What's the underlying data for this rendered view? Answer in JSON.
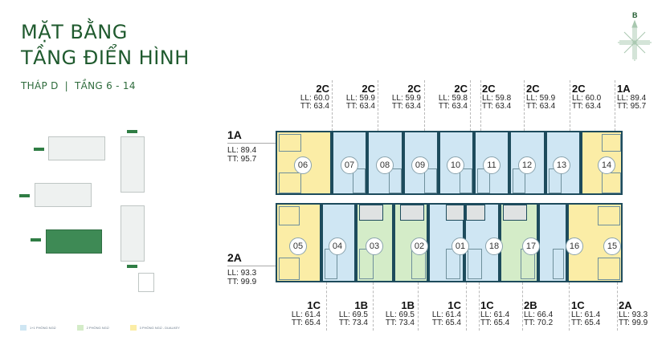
{
  "header": {
    "title_line1": "MẶT BẰNG",
    "title_line2": "TẦNG ĐIỂN HÌNH",
    "tower": "THÁP D",
    "separator": "|",
    "floors": "TẦNG 6 - 14"
  },
  "compass": {
    "north_label": "B",
    "icon": "compass-rose-icon"
  },
  "legend": [
    {
      "label": "1+1 PHÒNG NGỦ",
      "color": "#cfe6f3"
    },
    {
      "label": "2 PHÒNG NGỦ",
      "color": "#d4ecc8"
    },
    {
      "label": "3 PHÒNG NGỦ - DUALKEY",
      "color": "#fbeda6"
    }
  ],
  "colors": {
    "brand_green": "#1f5a2e",
    "wall": "#1d4b5c",
    "blue_unit": "#cfe6f3",
    "green_unit": "#d4ecc8",
    "yellow_unit": "#fbeda6"
  },
  "units_top": [
    {
      "num": "06",
      "color": "yellow"
    },
    {
      "num": "07",
      "color": "blue"
    },
    {
      "num": "08",
      "color": "blue"
    },
    {
      "num": "09",
      "color": "blue"
    },
    {
      "num": "10",
      "color": "blue"
    },
    {
      "num": "11",
      "color": "blue"
    },
    {
      "num": "12",
      "color": "blue"
    },
    {
      "num": "13",
      "color": "blue"
    },
    {
      "num": "14",
      "color": "yellow"
    }
  ],
  "units_bottom": [
    {
      "num": "05",
      "color": "yellow"
    },
    {
      "num": "04",
      "color": "blue"
    },
    {
      "num": "03",
      "color": "green"
    },
    {
      "num": "02",
      "color": "green"
    },
    {
      "num": "01",
      "color": "blue"
    },
    {
      "num": "18",
      "color": "blue"
    },
    {
      "num": "17",
      "color": "green"
    },
    {
      "num": "16",
      "color": "blue"
    },
    {
      "num": "15",
      "color": "yellow"
    }
  ],
  "labels_top": [
    {
      "type": "2C",
      "ll": "LL: 60.0",
      "tt": "TT: 63.4"
    },
    {
      "type": "2C",
      "ll": "LL: 59.9",
      "tt": "TT: 63.4"
    },
    {
      "type": "2C",
      "ll": "LL: 59.9",
      "tt": "TT: 63.4"
    },
    {
      "type": "2C",
      "ll": "LL: 59.8",
      "tt": "TT: 63.4"
    },
    {
      "type": "2C",
      "ll": "LL: 59.8",
      "tt": "TT: 63.4"
    },
    {
      "type": "2C",
      "ll": "LL: 59.9",
      "tt": "TT: 63.4"
    },
    {
      "type": "2C",
      "ll": "LL: 60.0",
      "tt": "TT: 63.4"
    },
    {
      "type": "1A",
      "ll": "LL: 89.4",
      "tt": "TT: 95.7"
    }
  ],
  "label_left_top": {
    "type": "1A",
    "ll": "LL: 89.4",
    "tt": "TT: 95.7"
  },
  "label_left_bottom": {
    "type": "2A",
    "ll": "LL: 93.3",
    "tt": "TT: 99.9"
  },
  "labels_bottom": [
    {
      "type": "1C",
      "ll": "LL: 61.4",
      "tt": "TT: 65.4"
    },
    {
      "type": "1B",
      "ll": "LL: 69.5",
      "tt": "TT: 73.4"
    },
    {
      "type": "1B",
      "ll": "LL: 69.5",
      "tt": "TT: 73.4"
    },
    {
      "type": "1C",
      "ll": "LL: 61.4",
      "tt": "TT: 65.4"
    },
    {
      "type": "1C",
      "ll": "LL: 61.4",
      "tt": "TT: 65.4"
    },
    {
      "type": "2B",
      "ll": "LL: 66.4",
      "tt": "TT: 70.2"
    },
    {
      "type": "1C",
      "ll": "LL: 61.4",
      "tt": "TT: 65.4"
    },
    {
      "type": "2A",
      "ll": "LL: 93.3",
      "tt": "TT: 99.9"
    }
  ]
}
